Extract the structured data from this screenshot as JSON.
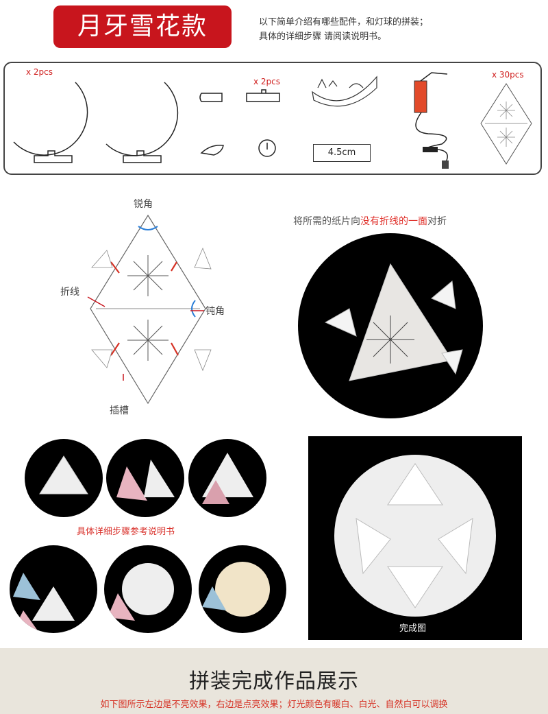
{
  "title": "月牙雪花款",
  "intro": {
    "line1": "以下简单介绍有哪些配件，和灯球的拼装；",
    "line2": "具体的详细步骤 请阅读说明书。"
  },
  "parts": {
    "moon_qty": "x 2pcs",
    "clip_qty": "x 2pcs",
    "piece_qty": "x 30pcs",
    "size_label": "4.5cm"
  },
  "diagram": {
    "acute": "锐角",
    "fold": "折线",
    "obtuse": "钝角",
    "slot": "插槽"
  },
  "fold_note": {
    "pre": "将所需的纸片向",
    "highlight": "没有折线的一面",
    "post": "对折"
  },
  "steps_note": "具体详细步骤参考说明书",
  "finished_caption": "完成图",
  "bottom": {
    "title": "拼装完成作品展示",
    "subtitle": "如下图所示左边是不亮效果，右边是点亮效果；灯光颜色有暖白、白光、自然白可以调换"
  },
  "colors": {
    "brand_red": "#c8151d",
    "accent_red": "#e0322c",
    "band_bg": "#e9e5dc"
  }
}
